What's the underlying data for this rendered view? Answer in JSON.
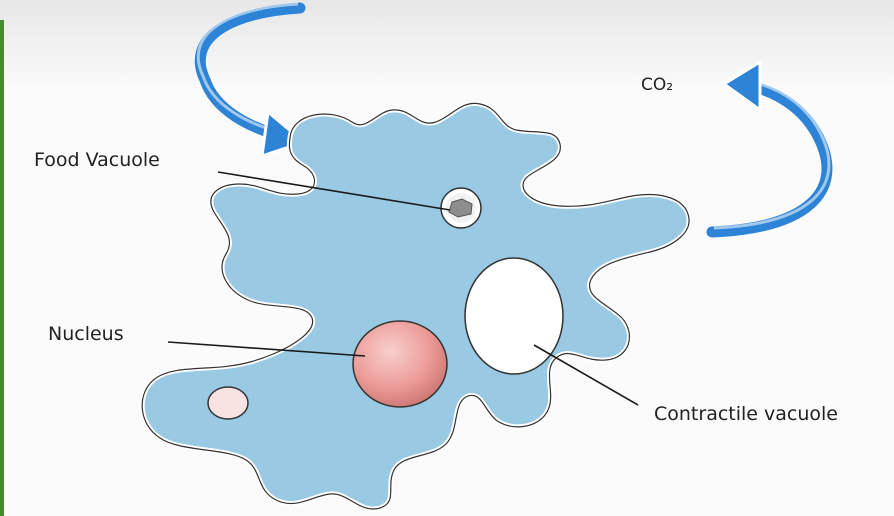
{
  "title": "",
  "labels": {
    "food_vacuole": "Food Vacuole",
    "nucleus": "Nucleus",
    "contractile_vacuole": "Contractile vacuole",
    "co2": "CO₂"
  },
  "colors": {
    "cytoplasm": "#99c9e3",
    "membrane": "#ffffff",
    "nucleus": "#ec9c98",
    "arrow": "#1f73c7",
    "frame_left": "#4a8a2a",
    "vacuole": "#ffffff"
  },
  "icons": {
    "intake_arrow": "curved-arrow-in",
    "output_arrow": "curved-arrow-out"
  }
}
